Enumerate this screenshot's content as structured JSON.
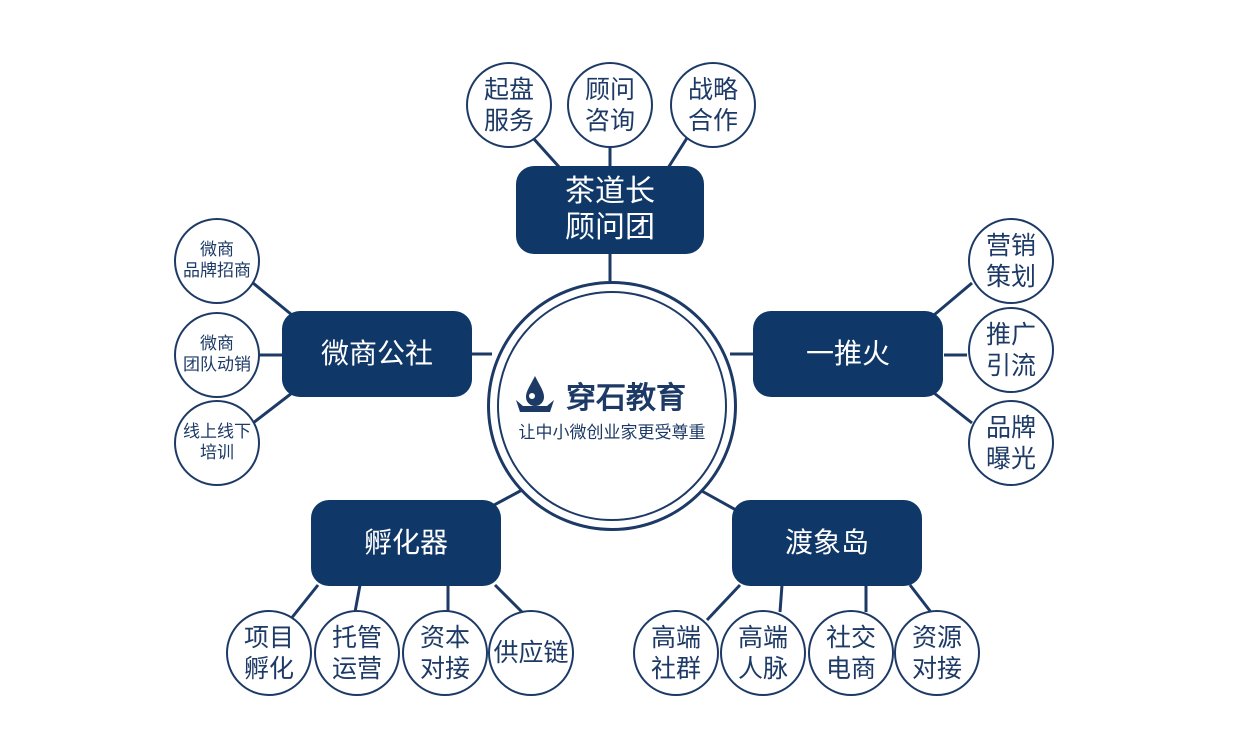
{
  "colors": {
    "primary": "#0f3868",
    "line": "#1d3a66",
    "background": "#ffffff"
  },
  "center": {
    "brand_name": "穿石教育",
    "slogan": "让中小微创业家更受尊重",
    "logo_icon": "water-drop-stone-logo"
  },
  "hubs": {
    "top": {
      "label": "茶道长\n顾问团",
      "items": [
        "起盘\n服务",
        "顾问\n咨询",
        "战略\n合作"
      ]
    },
    "left": {
      "label": "微商公社",
      "items": [
        "微商\n品牌招商",
        "微商\n团队动销",
        "线上线下\n培训"
      ]
    },
    "right": {
      "label": "一推火",
      "items": [
        "营销\n策划",
        "推广\n引流",
        "品牌\n曝光"
      ]
    },
    "bottom_left": {
      "label": "孵化器",
      "items": [
        "项目\n孵化",
        "托管\n运营",
        "资本\n对接",
        "供应链"
      ]
    },
    "bottom_right": {
      "label": "渡象岛",
      "items": [
        "高端\n社群",
        "高端\n人脉",
        "社交\n电商",
        "资源\n对接"
      ]
    }
  }
}
